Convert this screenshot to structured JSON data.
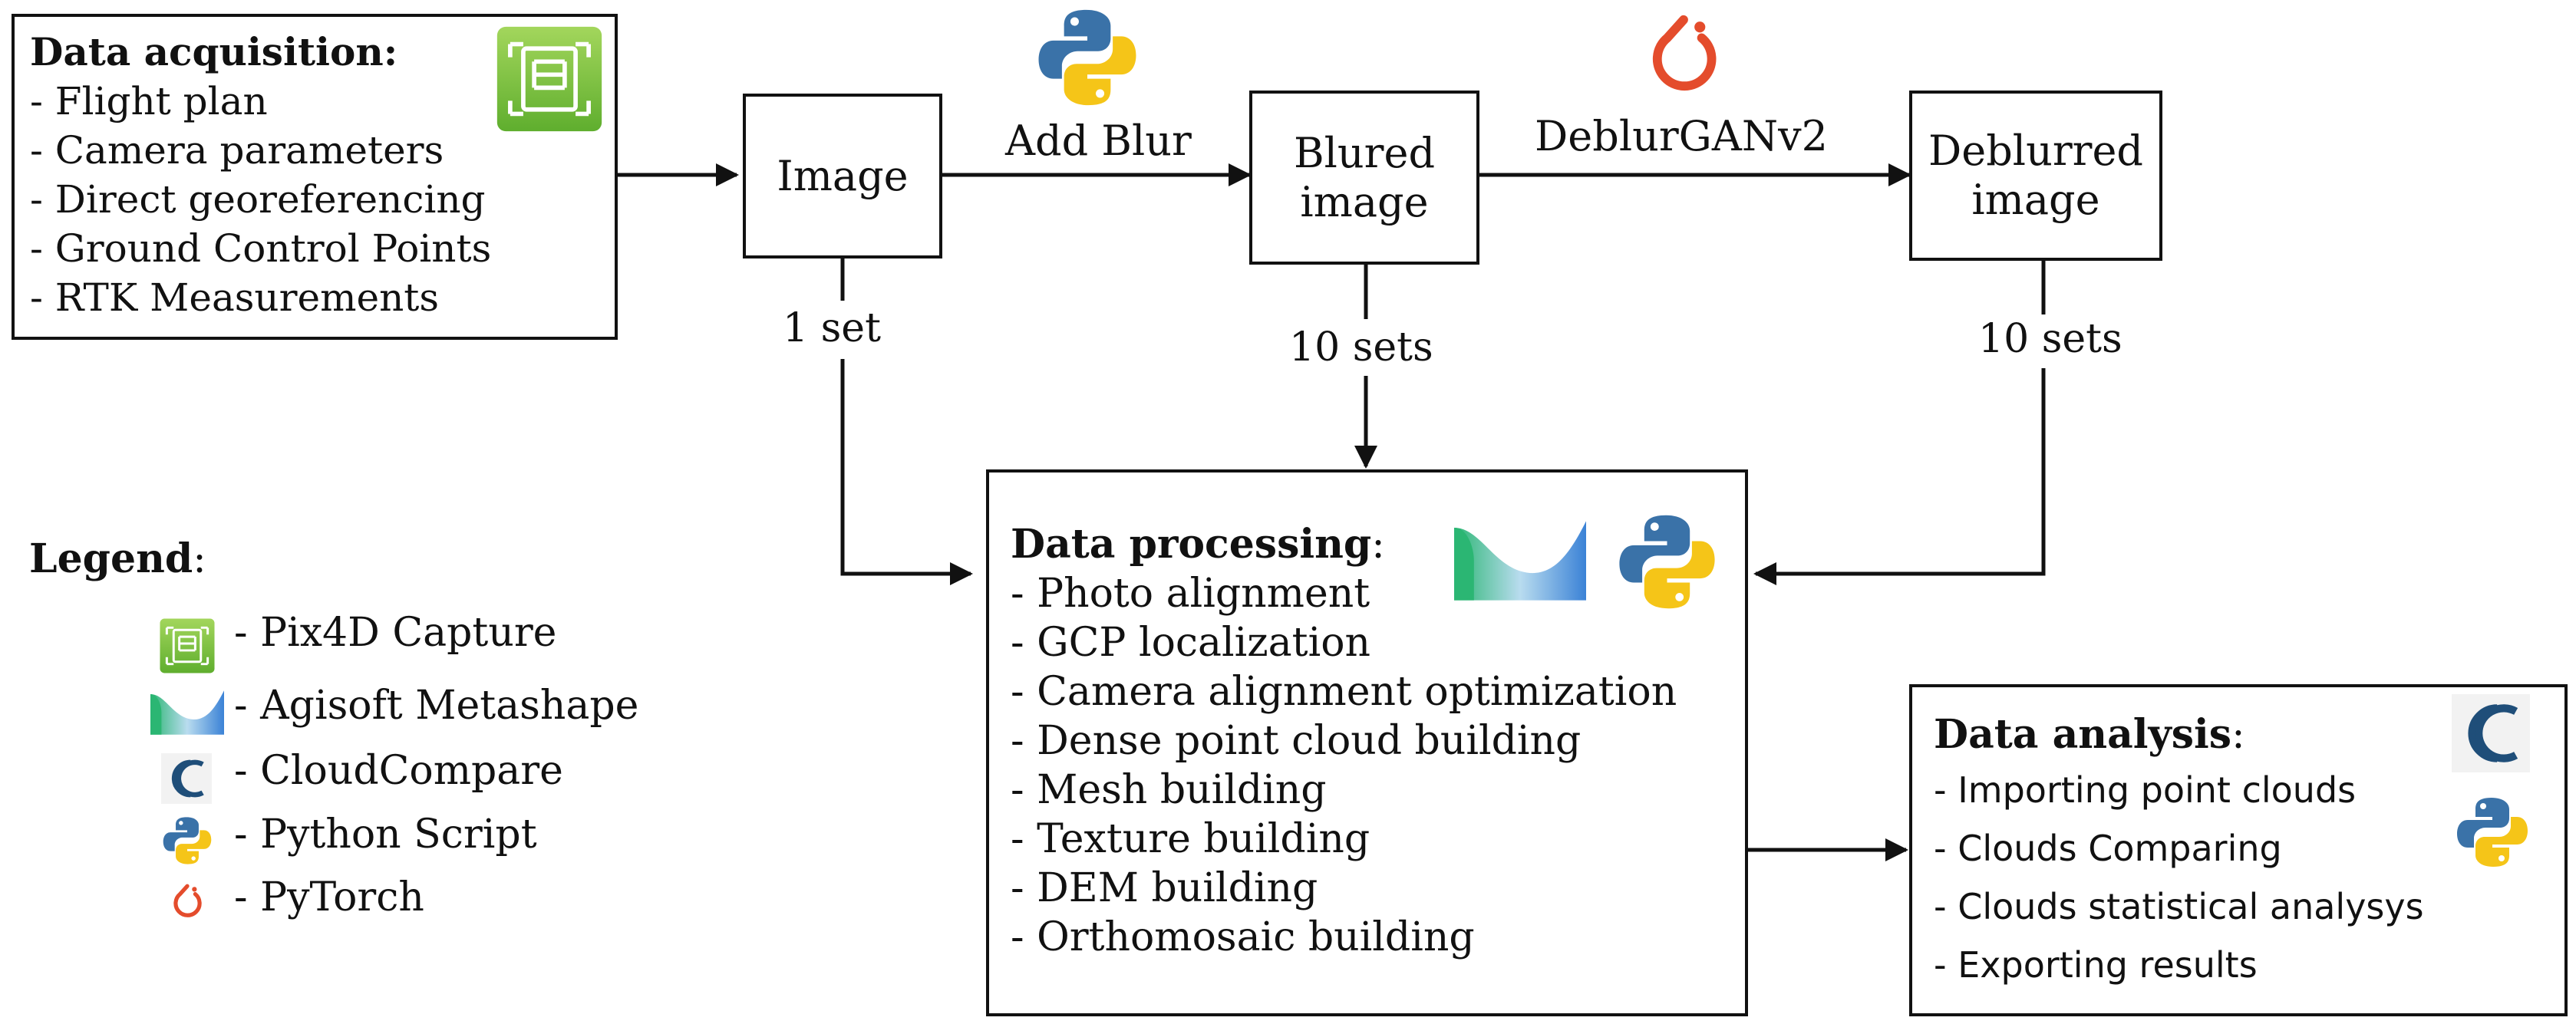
{
  "acquisition": {
    "title": "Data acquisition:",
    "items": [
      "- Flight plan",
      "- Camera parameters",
      "- Direct georeferencing",
      "- Ground Control Points",
      "- RTK Measurements"
    ]
  },
  "nodes": {
    "image": "Image",
    "blured": [
      "Blured",
      "image"
    ],
    "deblurred": [
      "Deblurred",
      "image"
    ]
  },
  "edges": {
    "add_blur": "Add Blur",
    "deblurgan": "DeblurGANv2",
    "set_image": "1 set",
    "set_blured": "10 sets",
    "set_deblurred": "10 sets"
  },
  "processing": {
    "title": "Data processing",
    "colon": ":",
    "items": [
      "- Photo alignment",
      "- GCP localization",
      "- Camera alignment optimization",
      "- Dense point cloud building",
      "- Mesh building",
      "- Texture building",
      "- DEM building",
      "- Orthomosaic building"
    ]
  },
  "analysis": {
    "title": "Data analysis",
    "colon": ":",
    "items": [
      "- Importing point clouds",
      "- Clouds Comparing",
      "- Clouds statistical analysys",
      "- Exporting results"
    ]
  },
  "legend": {
    "title": "Legend",
    "colon": ":",
    "items": [
      {
        "icon": "pix4d-capture-icon",
        "label": "- Pix4D Capture"
      },
      {
        "icon": "agisoft-metashape-icon",
        "label": "- Agisoft Metashape"
      },
      {
        "icon": "cloudcompare-icon",
        "label": "- CloudCompare"
      },
      {
        "icon": "python-icon",
        "label": "- Python Script"
      },
      {
        "icon": "pytorch-icon",
        "label": "- PyTorch"
      }
    ]
  },
  "colors": {
    "pix4d": "#7cc242",
    "metashape_green": "#2bb673",
    "metashape_blue": "#3b82d6",
    "python_blue": "#3a72a8",
    "python_yellow": "#f5c518",
    "pytorch": "#e44c2c",
    "cloudcompare": "#1f4e79"
  }
}
